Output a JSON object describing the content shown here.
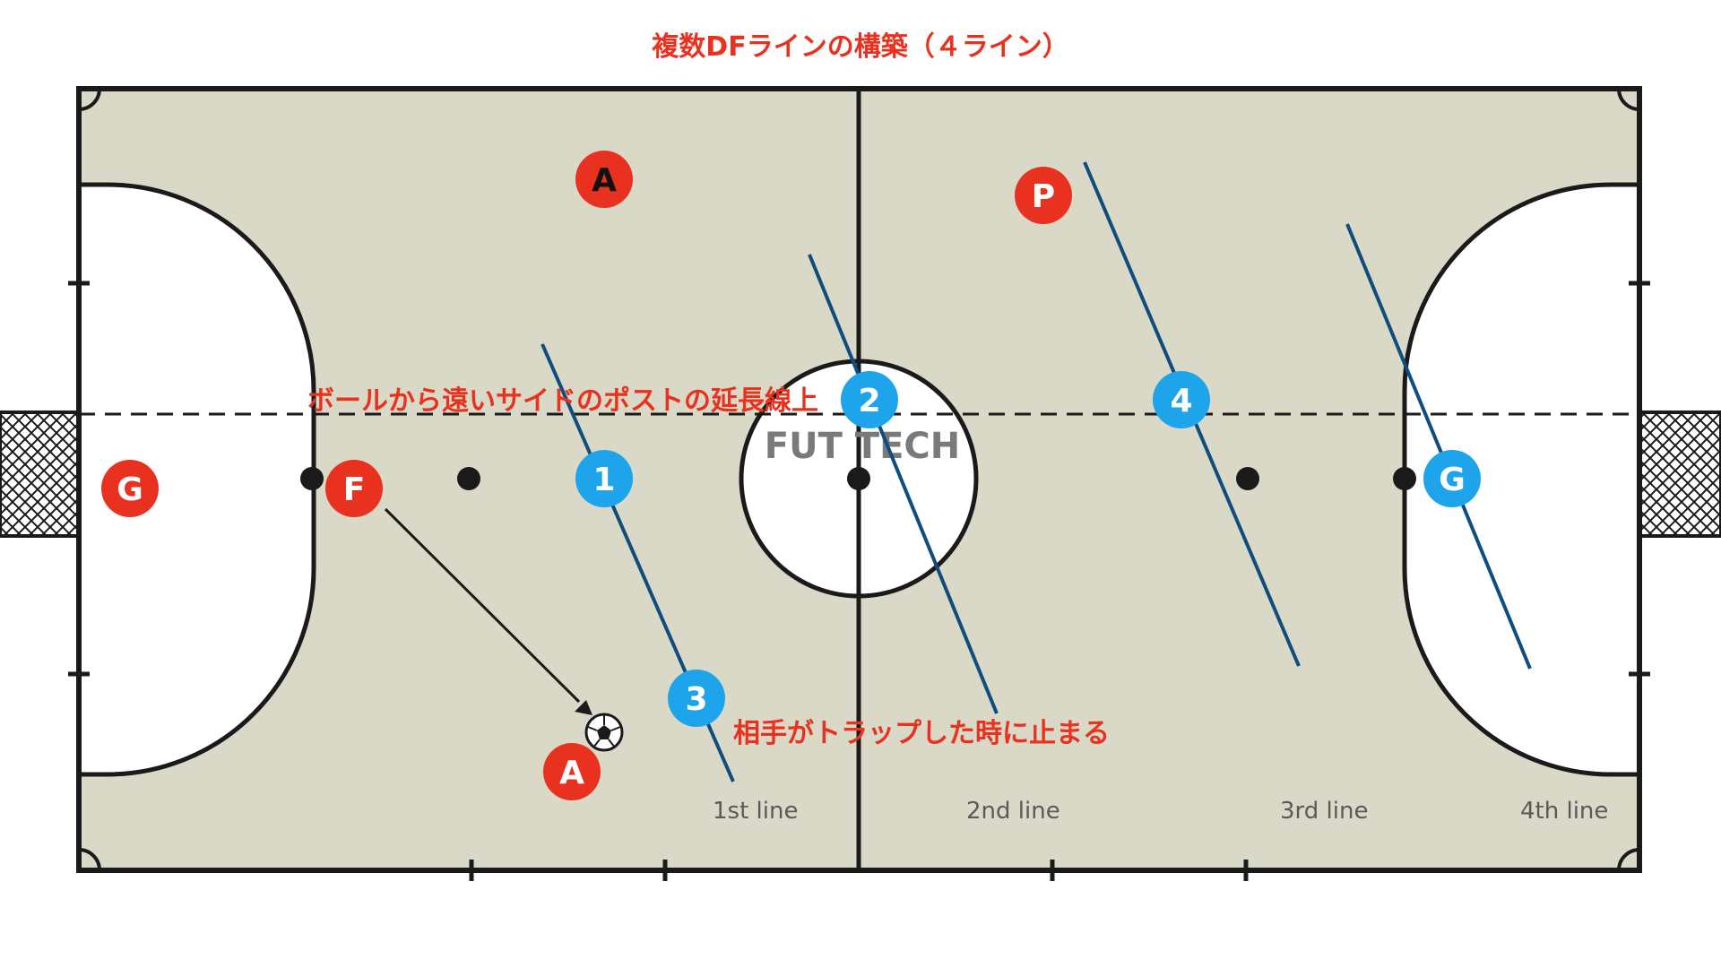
{
  "title": "複数DFラインの構築（４ライン）",
  "watermark": "FUT TECH",
  "annotations": {
    "far_post_line": "ボールから遠いサイドのポストの延長線上",
    "trap_stop": "相手がトラップした時に止まる"
  },
  "line_labels": [
    "1st line",
    "2nd line",
    "3rd line",
    "4th line"
  ],
  "colors": {
    "court": "#dad9c7",
    "court_lines": "#1a1a1a",
    "attacker": "#e8321f",
    "defender": "#1ea4ea",
    "df_line": "#0f4d7e",
    "text_red": "#e8321f"
  },
  "players": {
    "attackers": [
      {
        "label": "G"
      },
      {
        "label": "F"
      },
      {
        "label": "A"
      },
      {
        "label": "A"
      },
      {
        "label": "P"
      }
    ],
    "defenders": [
      {
        "label": "1"
      },
      {
        "label": "2"
      },
      {
        "label": "3"
      },
      {
        "label": "4"
      },
      {
        "label": "G"
      }
    ]
  },
  "ball": "soccer-ball-icon",
  "df_lines": [
    "1st line",
    "2nd line",
    "3rd line",
    "4th line"
  ]
}
